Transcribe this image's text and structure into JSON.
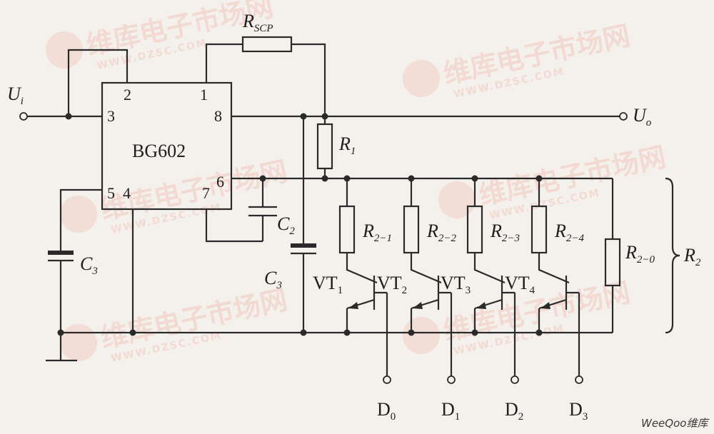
{
  "ic": {
    "name": "BG602",
    "pins": [
      "2",
      "1",
      "3",
      "8",
      "5",
      "4",
      "7",
      "6"
    ]
  },
  "labels": {
    "ui_main": "U",
    "ui_sub": "i",
    "uo_main": "U",
    "uo_sub": "o",
    "rscp_main": "R",
    "rscp_sub": "SCP",
    "r1_main": "R",
    "r1_sub": "1",
    "c2_main": "C",
    "c2_sub": "2",
    "c3a_main": "C",
    "c3a_sub": "3",
    "c3b_main": "C",
    "c3b_sub": "3",
    "r2_main": "R",
    "r2_sub": "2",
    "r20_main": "R",
    "r20_sub": "2−0"
  },
  "branches": [
    {
      "resistor_main": "R",
      "resistor_sub": "2−1",
      "transistor_main": "VT",
      "transistor_sub": "1",
      "drive_main": "D",
      "drive_sub": "0"
    },
    {
      "resistor_main": "R",
      "resistor_sub": "2−2",
      "transistor_main": "VT",
      "transistor_sub": "2",
      "drive_main": "D",
      "drive_sub": "1"
    },
    {
      "resistor_main": "R",
      "resistor_sub": "2−3",
      "transistor_main": "VT",
      "transistor_sub": "3",
      "drive_main": "D",
      "drive_sub": "2"
    },
    {
      "resistor_main": "R",
      "resistor_sub": "2−4",
      "transistor_main": "VT",
      "transistor_sub": "4",
      "drive_main": "D",
      "drive_sub": "3"
    }
  ],
  "watermark": {
    "text": "维库电子市场网",
    "url": "www.dzsc.com",
    "color": "#f2c8bf"
  },
  "corner_mark": "WeeQoo维库",
  "colors": {
    "line": "#2a2a2a",
    "background": "#f4f1ec"
  }
}
